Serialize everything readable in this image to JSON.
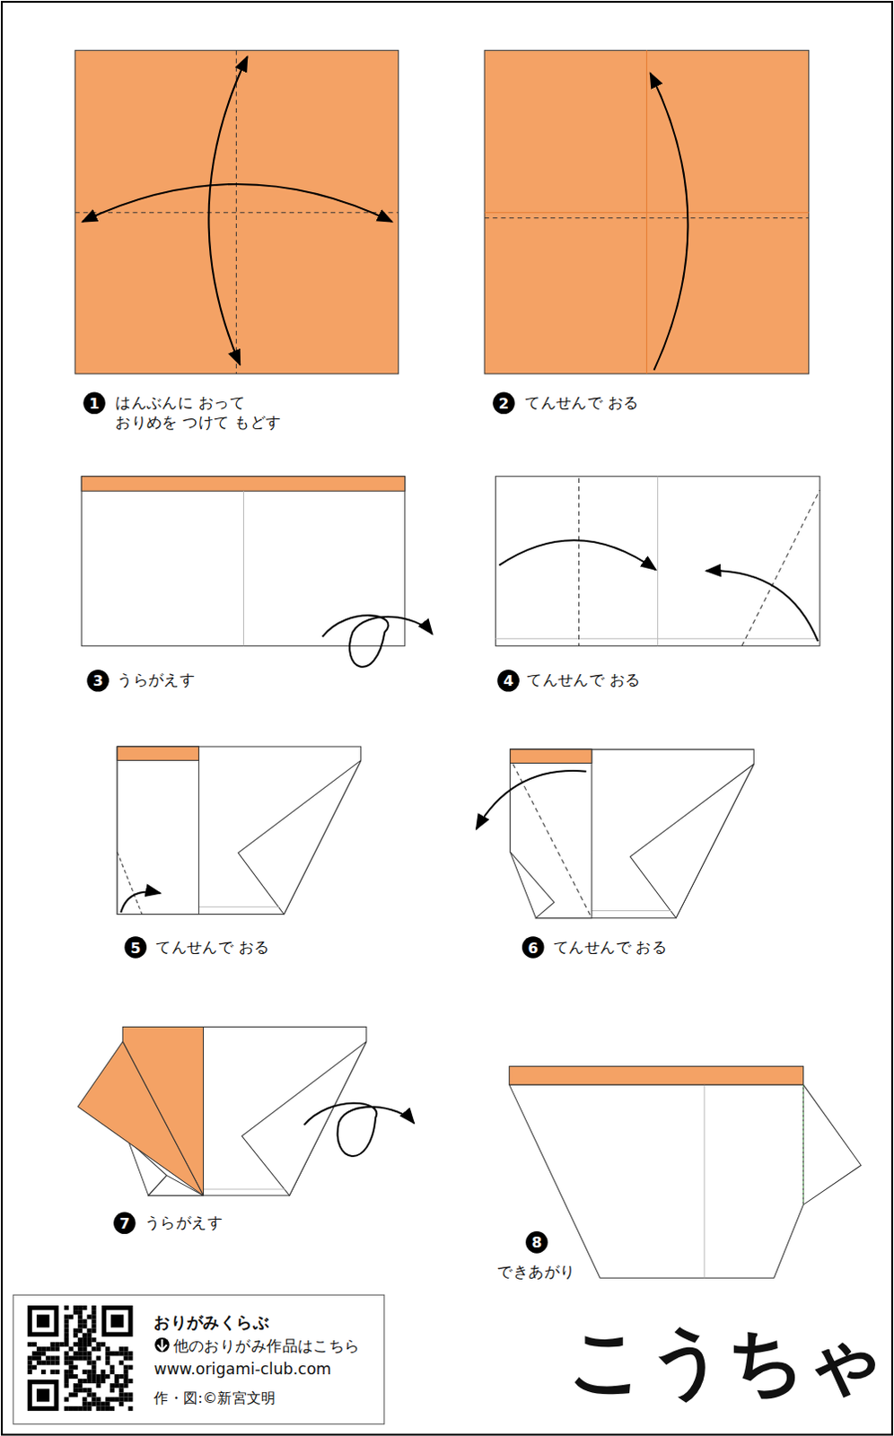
{
  "diagram": {
    "title": "こうちゃ",
    "nodes": [
      {
        "text": [
          "1"
        ]
      },
      {
        "text": [
          "2"
        ]
      },
      {
        "text": [
          "3"
        ]
      },
      {
        "text": [
          "4"
        ]
      },
      {
        "text": [
          "5"
        ]
      },
      {
        "text": [
          "6"
        ]
      },
      {
        "text": [
          "7"
        ]
      },
      {
        "text": [
          "8"
        ]
      },
      {
        "text": [
          "おりがみくらぶ",
          "他のおりがみ作品はこちら",
          "www.origami-club.com",
          "作・図:©新宮文明"
        ]
      }
    ],
    "labels": [
      "はんぶんに おって おりめを つけて もどす",
      "てんせんで おる",
      "うらがえす",
      "てんせんで おる",
      "てんせんで おる",
      "てんせんで おる",
      "うらがえす",
      "できあがり"
    ]
  }
}
